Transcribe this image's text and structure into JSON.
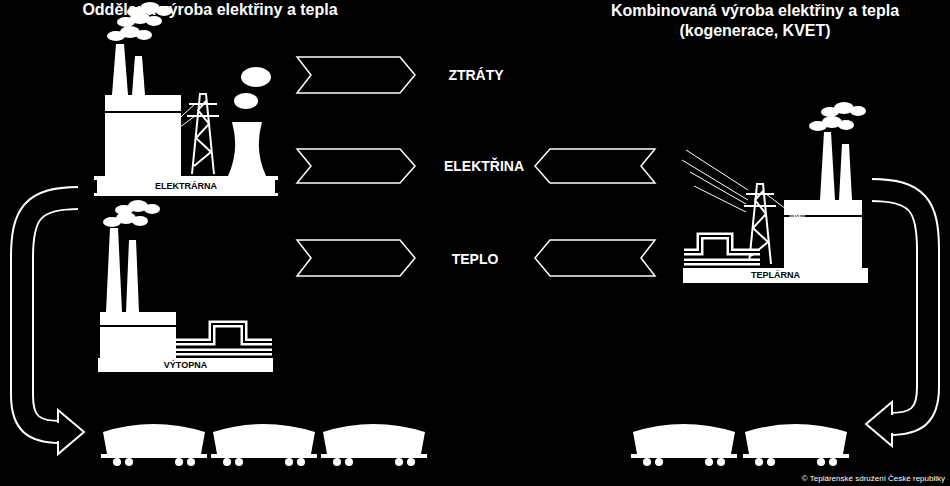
{
  "diagram": {
    "nodes": [
      {
        "text": [
          "ELEKTRÁRNA"
        ]
      },
      {
        "text": [
          "VÝTOPNA"
        ]
      },
      {
        "text": [
          "TEPLÁRNA"
        ]
      }
    ],
    "labels": [
      "Oddělená výroba elektřiny a tepla",
      "Kombinovaná výroba elektřiny a tepla (kogenerace, KVET)",
      "ZTRÁTY",
      "ELEKTŘINA",
      "TEPLO",
      "© Teplárenské sdružení České republiky"
    ]
  }
}
